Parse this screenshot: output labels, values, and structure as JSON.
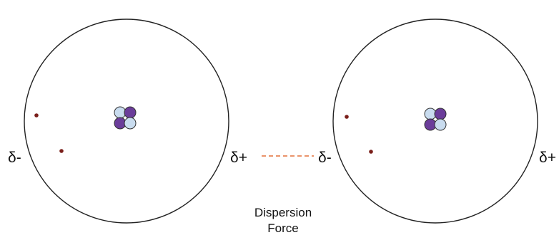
{
  "atoms": [
    {
      "left_charge": "δ-",
      "right_charge": "δ+",
      "nucleus": {
        "proton_color": "#6b3d9a",
        "neutron_color": "#c9dcef"
      },
      "electron_color": "#7a1f1a"
    },
    {
      "left_charge": "δ-",
      "right_charge": "δ+",
      "nucleus": {
        "proton_color": "#6b3d9a",
        "neutron_color": "#c9dcef"
      },
      "electron_color": "#7a1f1a"
    }
  ],
  "force_line_color": "#e4703a",
  "label": {
    "line1": "Dispersion",
    "line2": "Force"
  }
}
